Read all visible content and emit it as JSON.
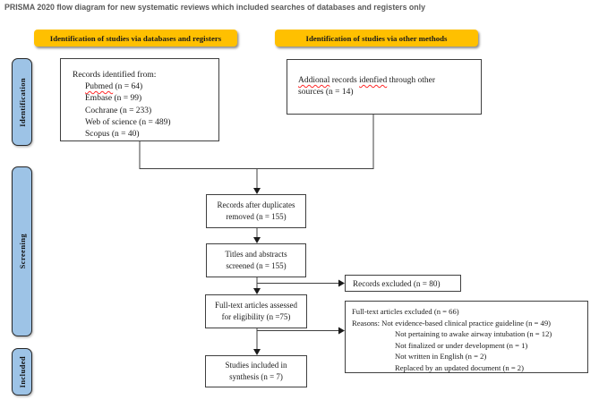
{
  "title": "PRISMA 2020 flow diagram for new systematic reviews which included searches of databases and registers only",
  "colors": {
    "header_bg": "#FFC000",
    "stage_bg": "#9DC3E6",
    "box_border": "#3f3f3f",
    "connector": "#3f3f3f",
    "title_color": "#595959",
    "misspell_underline": "#ff2a2a"
  },
  "headers": {
    "databases": "Identification of studies via databases and registers",
    "other_methods": "Identification of studies via other methods"
  },
  "stages": {
    "identification": "Identification",
    "screening": "Screening",
    "included": "Included"
  },
  "boxes": {
    "records_identified": {
      "intro": "Records identified from:",
      "pubmed_word": "Pubmed",
      "pubmed_rest": " (n = 64)",
      "sources": [
        "Embase (n = 99)",
        "Cochrane (n = 233)",
        "Web of science (n = 489)",
        "Scopus (n = 40)"
      ]
    },
    "additional_records": {
      "word1": "Addional",
      "mid1": " records ",
      "word2": "idenfied",
      "rest1": " through other",
      "line2": "sources (n = 14)"
    },
    "duplicates_removed": {
      "line1": "Records after duplicates",
      "line2": "removed (n = 155)"
    },
    "titles_screened": {
      "line1": "Titles and abstracts",
      "line2": "screened (n = 155)"
    },
    "fulltext_assessed": {
      "line1": "Full-text articles assessed",
      "line2": "for eligibility (n =75)"
    },
    "studies_included": {
      "line1": "Studies included in",
      "line2": "synthesis (n = 7)"
    },
    "records_excluded": {
      "text": "Records excluded (n = 80)"
    },
    "fulltext_excluded": {
      "lines": [
        "Full-text articles excluded (n = 66)",
        "Reasons: Not evidence-based clinical practice guideline (n = 49)",
        "Not pertaining to awake airway intubation (n = 12)",
        "Not finalized or under development (n = 1)",
        "Not written in English (n = 2)",
        "Replaced by an updated document (n = 2)"
      ]
    }
  }
}
